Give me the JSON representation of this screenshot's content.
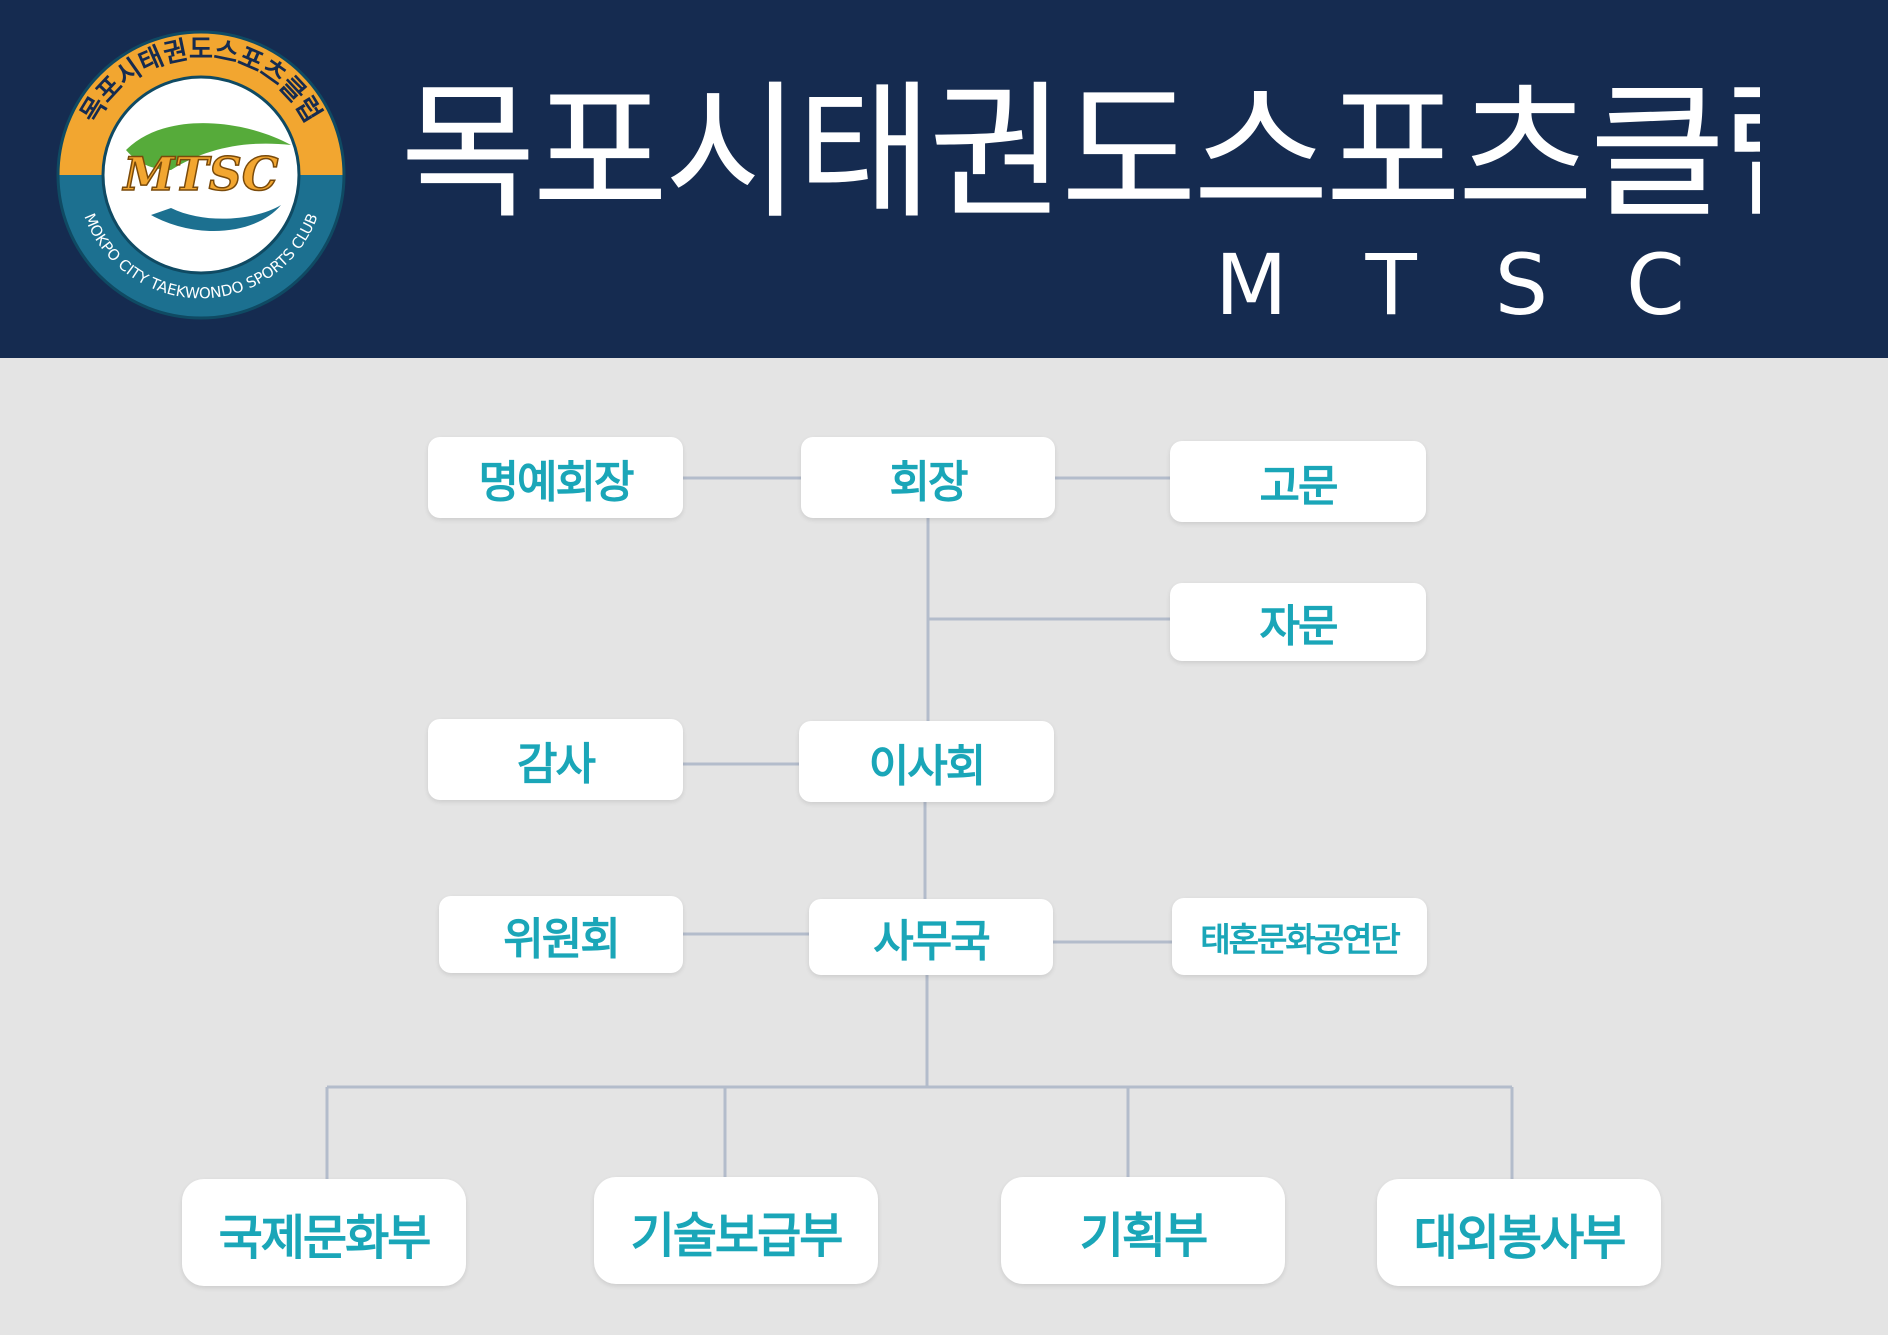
{
  "header": {
    "title": "목포시태권도스포츠클럽",
    "subtitle": "MTSC",
    "bg_color": "#152b50"
  },
  "logo": {
    "ring_text": "목포시태권도스포츠클럽",
    "bottom_text": "MOKPO CITY TAEKWONDO SPORTS CLUB",
    "center_text": "MTSC",
    "colors": {
      "ring_top": "#f2a630",
      "ring_bottom": "#1c7090",
      "leaf": "#56ab3a"
    }
  },
  "org": {
    "honorary_chairman": "명예회장",
    "chairman": "회장",
    "advisor": "고문",
    "consultation": "자문",
    "auditor": "감사",
    "board": "이사회",
    "committee": "위원회",
    "secretariat": "사무국",
    "performance_team": "태혼문화공연단",
    "departments": [
      "국제문화부",
      "기술보급부",
      "기획부",
      "대외봉사부"
    ]
  },
  "colors": {
    "node_text": "#1aa6b8",
    "line": "#b3bccb",
    "page_bg": "#e4e4e4"
  }
}
